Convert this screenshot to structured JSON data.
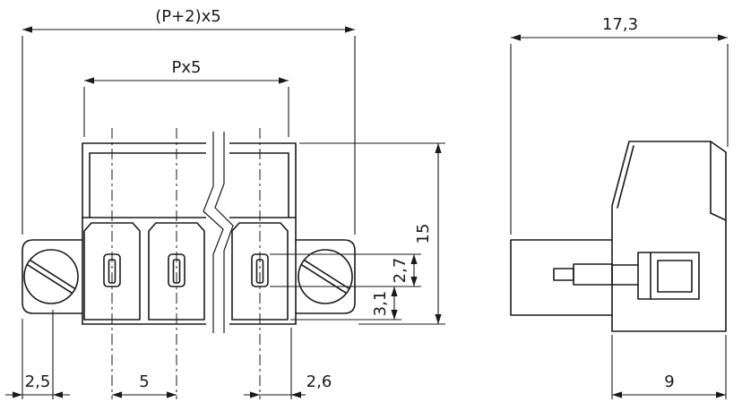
{
  "drawing": {
    "colors": {
      "line": "#1a1a1a",
      "background": "#ffffff"
    },
    "front_view": {
      "dims": {
        "overall_width": "(P+2)x5",
        "pole_span": "Px5",
        "height": "15",
        "clamp_depth": "2,7",
        "clamp_to_bottom": "3,1",
        "flange_hole_offset": "2,5",
        "pitch": "5",
        "last_pole_to_edge": "2,6"
      }
    },
    "side_view": {
      "dims": {
        "overall_depth": "17,3",
        "housing_depth": "9"
      }
    }
  }
}
